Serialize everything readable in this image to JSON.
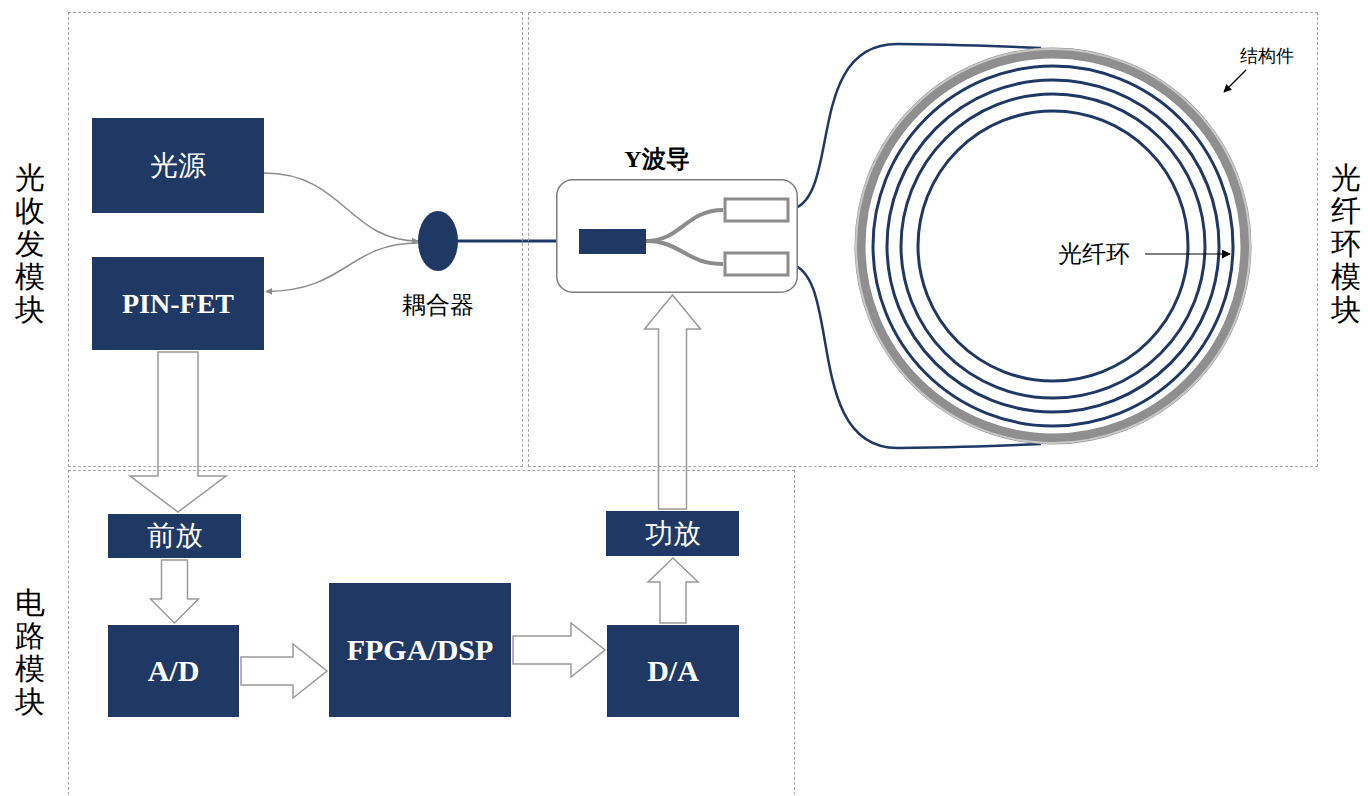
{
  "diagram": {
    "nodes": [
      {
        "text": [
          "光收发模块"
        ]
      },
      {
        "text": [
          "光源"
        ],
        "in": 0
      },
      {
        "text": [
          "PIN-FET"
        ],
        "in": 0
      },
      {
        "text": [
          "耦合器"
        ],
        "in": 0
      },
      {
        "text": [
          "光纤环模块"
        ]
      },
      {
        "text": [
          "Y波导"
        ],
        "in": 4
      },
      {
        "text": [
          "光纤环"
        ],
        "in": 4
      },
      {
        "text": [
          "电路模块"
        ]
      },
      {
        "text": [
          "前放"
        ],
        "in": 7
      },
      {
        "text": [
          "A/D"
        ],
        "in": 7
      },
      {
        "text": [
          "FPGA/DSP"
        ],
        "in": 7
      },
      {
        "text": [
          "D/A"
        ],
        "in": 7
      },
      {
        "text": [
          "功放"
        ],
        "in": 7
      }
    ],
    "edges": [
      {
        "from": 1,
        "to": 3,
        "arrow": "to"
      },
      {
        "from": 3,
        "to": 2,
        "arrow": "to"
      },
      {
        "from": 3,
        "to": 5,
        "arrow": "to"
      },
      {
        "from": 5,
        "to": 6,
        "arrow": "none"
      },
      {
        "from": 5,
        "to": 6,
        "arrow": "none"
      },
      {
        "from": 2,
        "to": 8,
        "arrow": "to"
      },
      {
        "from": 8,
        "to": 9,
        "arrow": "to"
      },
      {
        "from": 9,
        "to": 10,
        "arrow": "to"
      },
      {
        "from": 10,
        "to": 11,
        "arrow": "to"
      },
      {
        "from": 11,
        "to": 12,
        "arrow": "to"
      },
      {
        "from": 12,
        "to": 5,
        "arrow": "to"
      }
    ],
    "labels": [
      "结构件"
    ]
  }
}
